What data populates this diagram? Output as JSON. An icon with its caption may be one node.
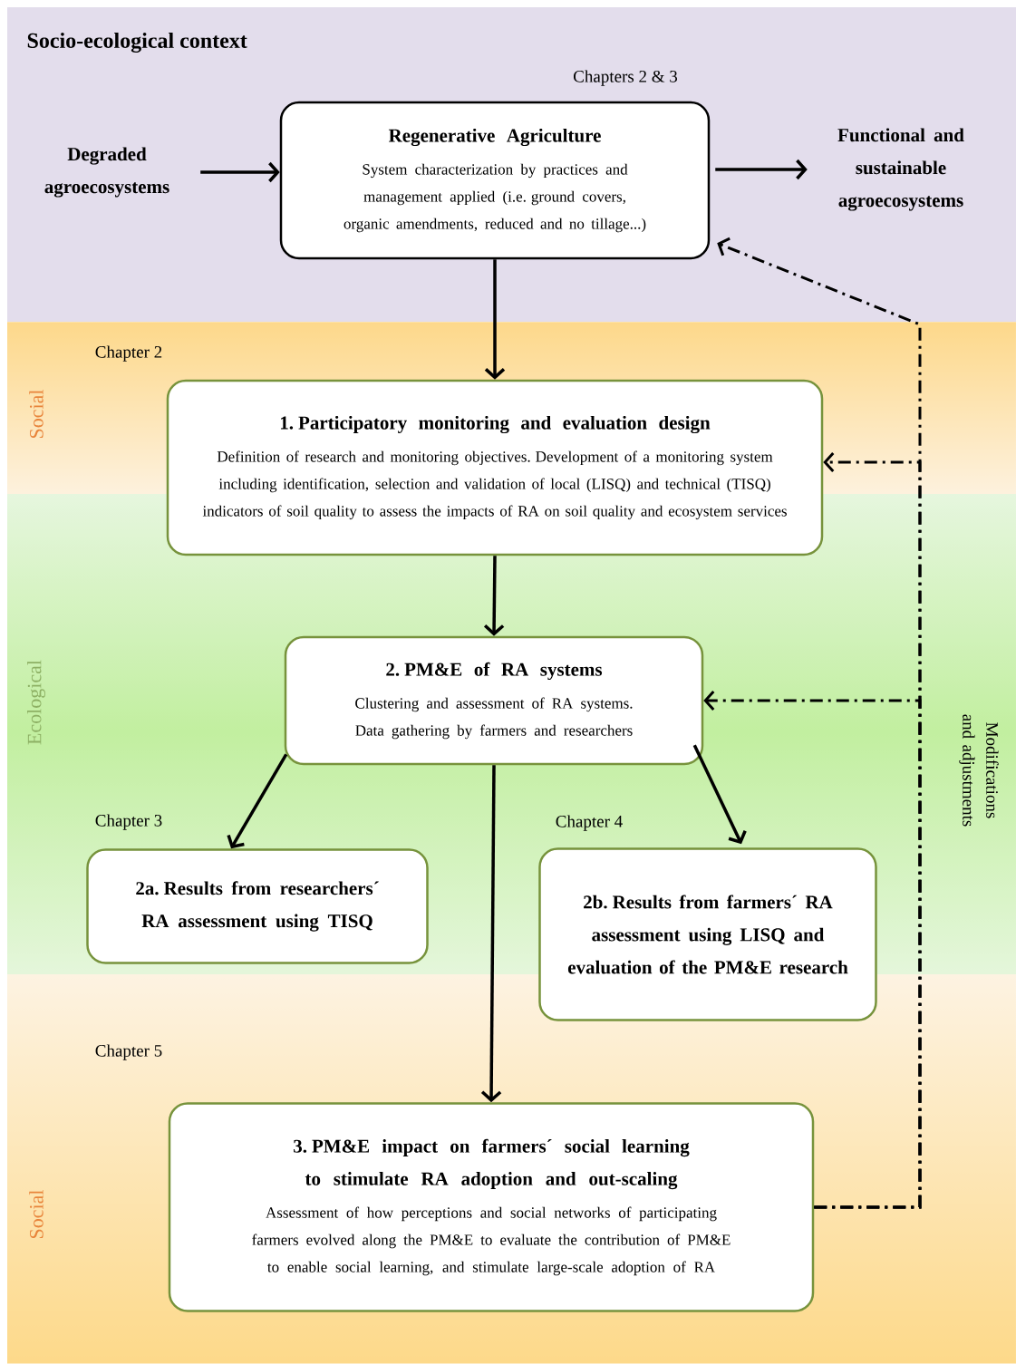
{
  "diagram": {
    "title": "Socio-ecological context",
    "nodes": [
      {
        "text": [
          "Degraded agroecosystems"
        ]
      },
      {
        "text": [
          "Regenerative Agriculture",
          "System characterization by practices and management applied (i.e. ground covers, organic amendments, reduced and no tillage...)"
        ],
        "beside": [
          "Chapters 2 & 3"
        ]
      },
      {
        "text": [
          "Functional and sustainable agroecosystems"
        ]
      },
      {
        "text": [
          "1. Participatory monitoring and evaluation design",
          "Definition of research and monitoring objectives. Development of a monitoring system including identification, selection and validation of local (LISQ) and technical (TISQ) indicators of soil quality to assess the impacts of RA on soil quality and ecosystem services"
        ],
        "beside": [
          "Chapter 2"
        ]
      },
      {
        "text": [
          "2. PM&E of RA systems",
          "Clustering and assessment of RA systems. Data gathering by farmers and researchers"
        ]
      },
      {
        "text": [
          "2a. Results from researchers´ RA assessment using TISQ"
        ],
        "beside": [
          "Chapter 3"
        ]
      },
      {
        "text": [
          "2b. Results from farmers´ RA assessment using LISQ and evaluation of the PM&E research"
        ],
        "beside": [
          "Chapter 4"
        ]
      },
      {
        "text": [
          "3. PM&E impact on farmers´ social learning to stimulate RA adoption and out-scaling",
          "Assessment of how perceptions and social networks of participating farmers evolved along the PM&E to evaluate the contribution of PM&E to enable social learning, and stimulate large-scale adoption of RA"
        ],
        "beside": [
          "Chapter 5"
        ]
      }
    ],
    "edges": [
      {
        "from": 0,
        "to": 1,
        "arrow": "to"
      },
      {
        "from": 1,
        "to": 2,
        "arrow": "to"
      },
      {
        "from": 1,
        "to": 3,
        "arrow": "to"
      },
      {
        "from": 3,
        "to": 4,
        "arrow": "to"
      },
      {
        "from": 4,
        "to": 5,
        "arrow": "to"
      },
      {
        "from": 4,
        "to": 6,
        "arrow": "to"
      },
      {
        "from": 4,
        "to": 7,
        "arrow": "to"
      },
      {
        "from": 7,
        "to": 1,
        "arrow": "to",
        "style": "dashed",
        "label": "Modifications and adjustments"
      },
      {
        "from": 7,
        "to": 3,
        "arrow": "to",
        "style": "dashed"
      },
      {
        "from": 7,
        "to": 4,
        "arrow": "to",
        "style": "dashed"
      }
    ],
    "labels": [
      "Social",
      "Ecological",
      "Social"
    ]
  }
}
